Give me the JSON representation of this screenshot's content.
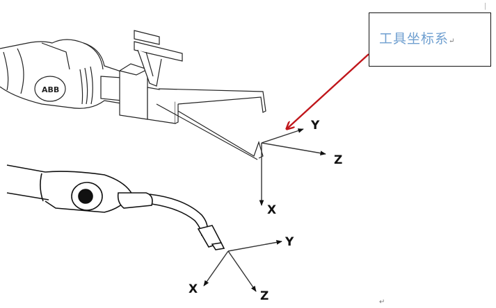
{
  "callout": {
    "label": "工具坐标系",
    "paragraph_mark": "↵",
    "text_color": "#6f9fd0",
    "arrow_color": "#c0161b"
  },
  "robot": {
    "logo_text": "ABB"
  },
  "upper_frame": {
    "axes": {
      "x": "X",
      "y": "Y",
      "z": "Z"
    }
  },
  "lower_frame": {
    "axes": {
      "x": "X",
      "y": "Y",
      "z": "Z"
    }
  },
  "document": {
    "end_paragraph_mark": "↵"
  }
}
